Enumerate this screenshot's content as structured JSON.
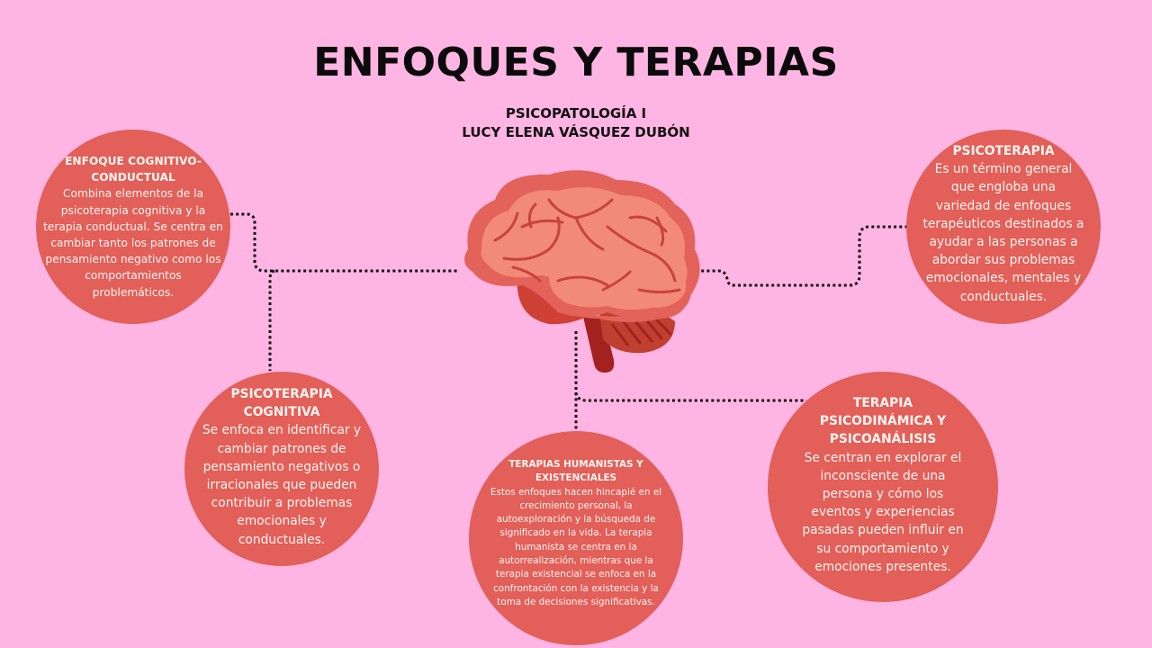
{
  "header": {
    "title": "ENFOQUES Y TERAPIAS",
    "course": "PSICOPATOLOGÍA I",
    "author": "LUCY ELENA VÁSQUEZ DUBÓN"
  },
  "center_icon": "brain-icon",
  "colors": {
    "background": "#FFB5E3",
    "circle": "#E35F59",
    "circle_text": "#FFF4F0",
    "title_text": "#0B0B0B",
    "connector": "#111111"
  },
  "nodes": [
    {
      "id": "enfoque-cognitivo-conductual",
      "title": "ENFOQUE COGNITIVO-CONDUCTUAL",
      "text": "Combina elementos de la psicoterapia cognitiva y la terapia conductual. Se centra en cambiar tanto los patrones de pensamiento negativo como los comportamientos problemáticos."
    },
    {
      "id": "psicoterapia",
      "title": "PSICOTERAPIA",
      "text": "Es un término general que engloba una variedad de enfoques terapéuticos destinados a ayudar a las personas a abordar sus problemas emocionales, mentales y conductuales."
    },
    {
      "id": "psicoterapia-cognitiva",
      "title": "PSICOTERAPIA COGNITIVA",
      "text": "Se enfoca en identificar y cambiar patrones de pensamiento negativos o irracionales que pueden contribuir a problemas emocionales y conductuales."
    },
    {
      "id": "terapias-humanistas-existenciales",
      "title": "TERAPIAS HUMANISTAS Y EXISTENCIALES",
      "text": "Estos enfoques hacen hincapié en el crecimiento personal, la autoexploración y la búsqueda de significado en la vida. La terapia humanista se centra en la autorrealización, mientras que la terapia existencial se enfoca en la confrontación con la existencia y la toma de decisiones significativas."
    },
    {
      "id": "terapia-psicodinamica-psicoanalisis",
      "title": "TERAPIA PSICODINÁMICA Y PSICOANÁLISIS",
      "text": "Se centran en explorar el inconsciente de una persona y cómo los eventos y experiencias pasadas pueden influir en su comportamiento y emociones presentes."
    }
  ]
}
